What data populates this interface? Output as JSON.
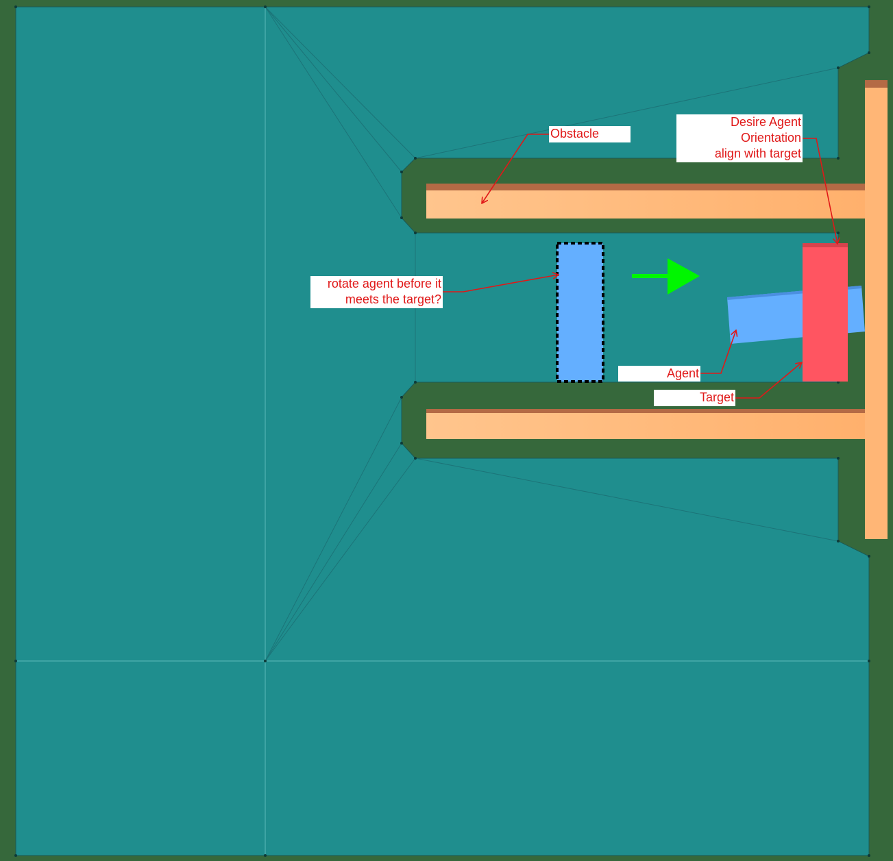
{
  "annotations": {
    "obstacle": "Obstacle",
    "desire_orientation": [
      "Desire Agent",
      "Orientation",
      "align with target"
    ],
    "rotate_question": [
      "rotate agent before it",
      "meets the target?"
    ],
    "agent": "Agent",
    "target": "Target"
  },
  "colors": {
    "background": "#36683b",
    "navmesh": "#1f8e8e",
    "wall": "#ffb676",
    "wall_top": "#b46a45",
    "agent": "#64afff",
    "target": "#ff5561",
    "arrow": "#00f600",
    "annotation": "#e01818"
  },
  "icons": {
    "direction_arrow": "right-arrow-icon"
  }
}
